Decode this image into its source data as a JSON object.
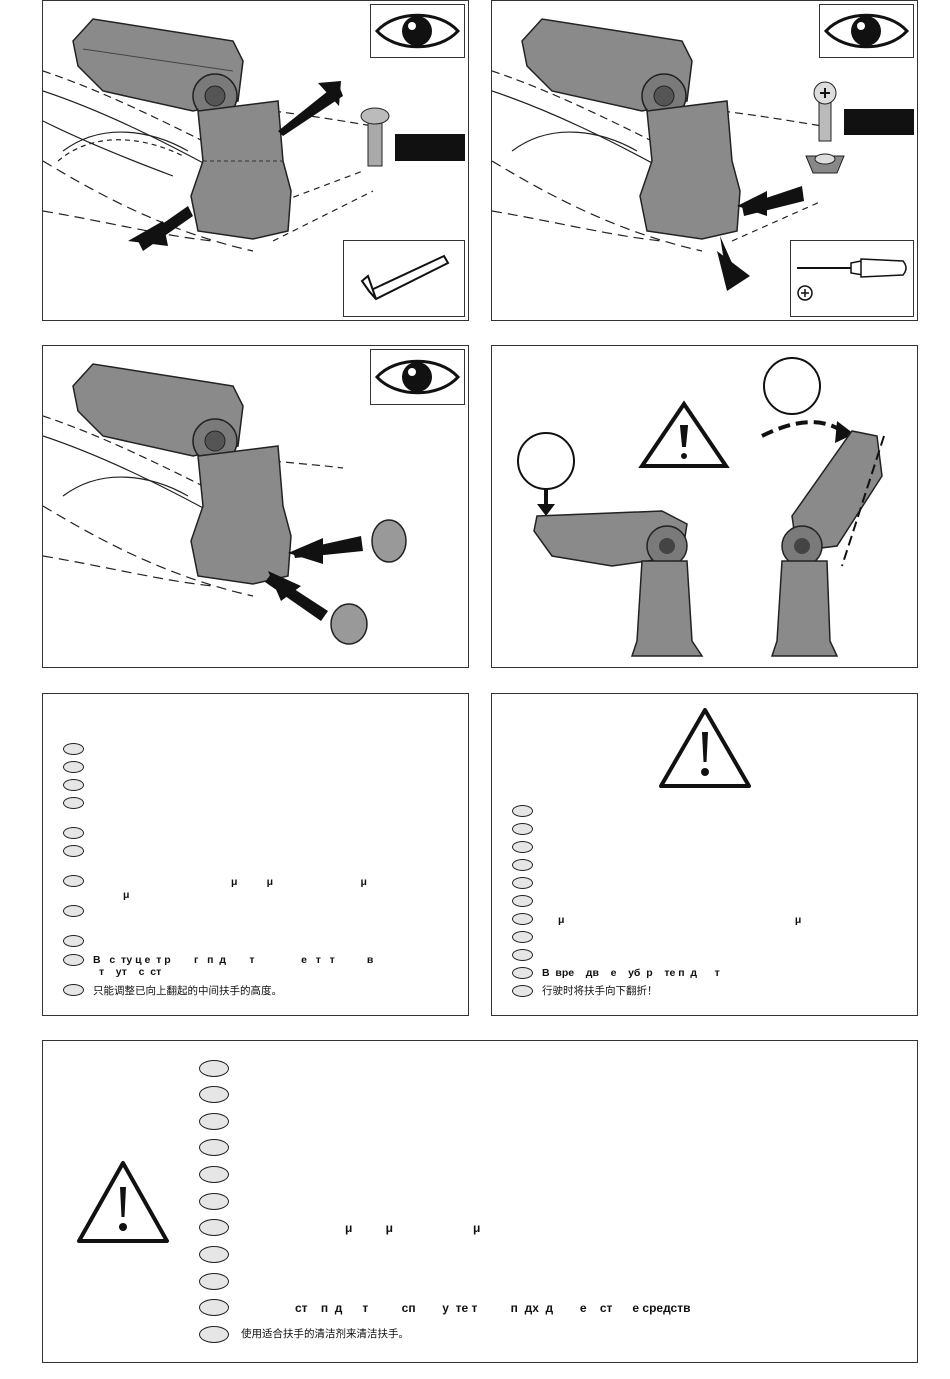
{
  "panels": {
    "step1": {
      "label": "installation-step-1"
    },
    "step2": {
      "label": "installation-step-2"
    },
    "step3": {
      "label": "installation-step-3"
    },
    "step4": {
      "label": "usage-diagram"
    }
  },
  "adjust_box": {
    "lines": [
      "",
      "",
      "",
      "",
      "",
      "",
      "μ    μ    μ",
      "μ",
      "",
      "",
      "В  с  ту ц е  т р      г  п  д      т          е  т  т        в",
      "т    ут    с  ст",
      "只能调整已向上翻起的中间扶手的高度。"
    ]
  },
  "driving_box": {
    "lines": [
      "",
      "",
      "",
      "",
      "",
      "",
      "μ                                                                               μ",
      "",
      "",
      "В  вре    дв    е    уб  р    те п  д      т",
      "行驶时将扶手向下翻折！"
    ]
  },
  "cleaning_box": {
    "lines": [
      "",
      "",
      "",
      "",
      "",
      "",
      "μ          μ                        μ",
      "",
      "",
      "ст    п  д      т          сп        у  те т          п  дх  д        е    ст      е средств",
      "使用适合扶手的清洁剂来清洁扶手。"
    ]
  }
}
